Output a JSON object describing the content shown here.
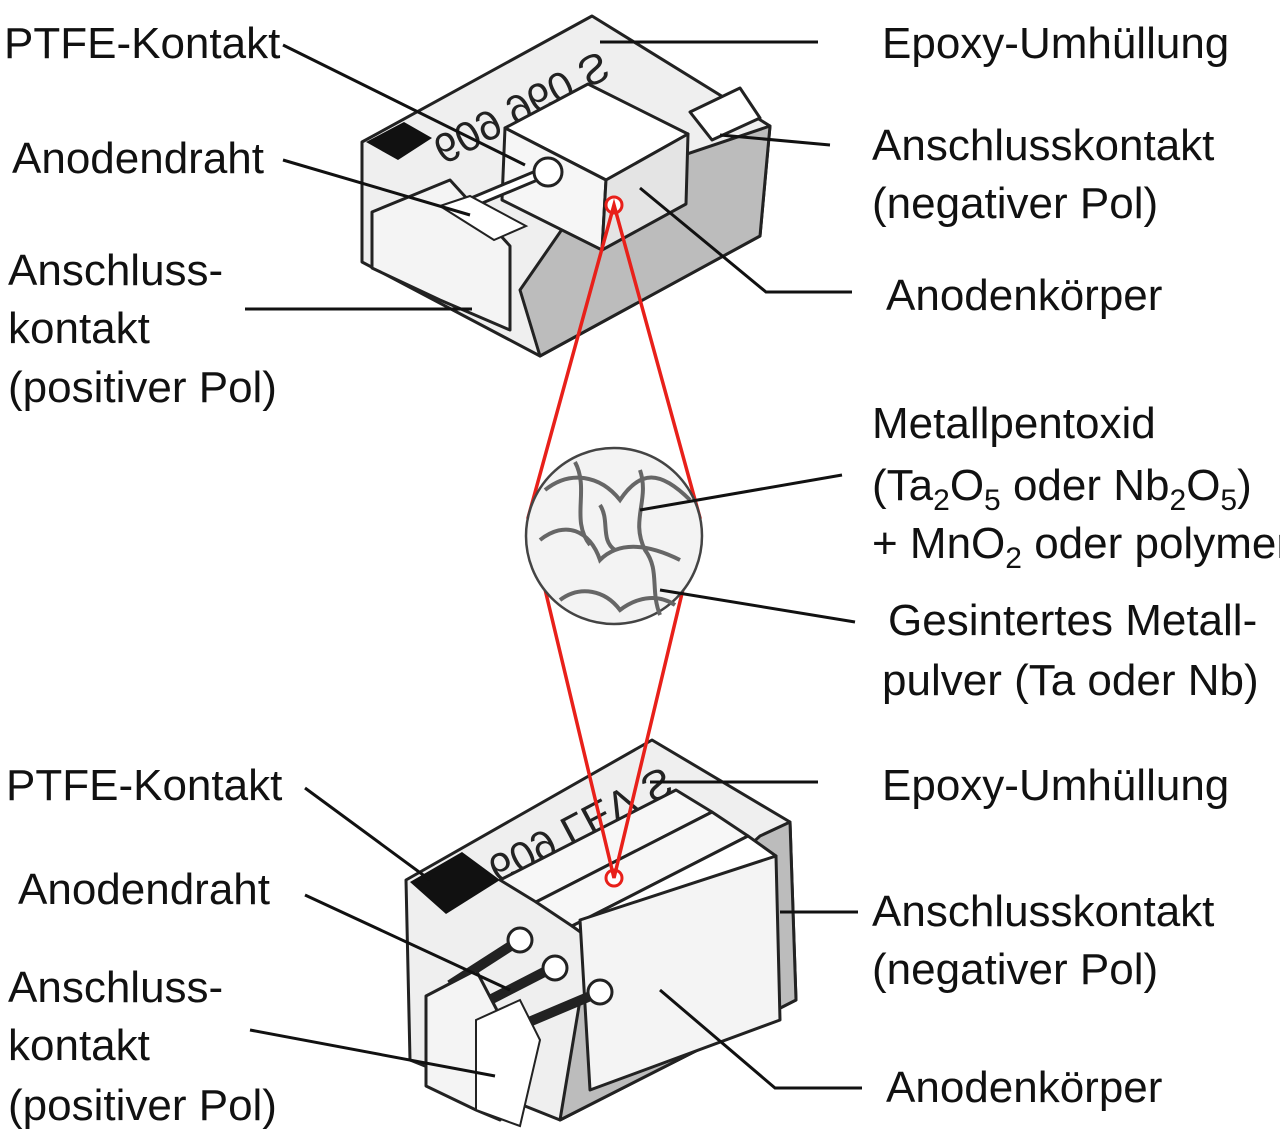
{
  "top": {
    "ptfe": "PTFE-Kontakt",
    "anode_wire": "Anodendraht",
    "pos_contact": [
      "Anschluss-",
      "kontakt",
      "(positiver Pol)"
    ],
    "epoxy": "Epoxy-Umhüllung",
    "neg_contact": [
      "Anschlusskontakt",
      "(negativer Pol)"
    ],
    "anode_body": "Anodenkörper",
    "marking": "609 960 S"
  },
  "middle": {
    "oxide": {
      "line1": "Metallpentoxid",
      "line2_open": "(Ta",
      "line2_sub1": "2",
      "line2_o": "O",
      "line2_sub2": "5",
      "line2_mid": " oder Nb",
      "line2_sub3": "2",
      "line2_o2": "O",
      "line2_sub4": "5",
      "line2_close": ")",
      "line3_pre": "+ MnO",
      "line3_sub": "2",
      "line3_post": " oder polymer"
    },
    "powder": [
      "Gesintertes Metall-",
      "pulver (Ta oder Nb)"
    ]
  },
  "bottom": {
    "ptfe": "PTFE-Kontakt",
    "anode_wire": "Anodendraht",
    "pos_contact": [
      "Anschluss-",
      "kontakt",
      "(positiver Pol)"
    ],
    "epoxy": "Epoxy-Umhüllung",
    "neg_contact": [
      "Anschlusskontakt",
      "(negativer Pol)"
    ],
    "anode_body": "Anodenkörper",
    "marking": "609 LEV S"
  },
  "colors": {
    "connector": "#e8201a",
    "case_light": "#f2f2f2",
    "case_grey": "#bdbdbd",
    "band": "#111111"
  }
}
